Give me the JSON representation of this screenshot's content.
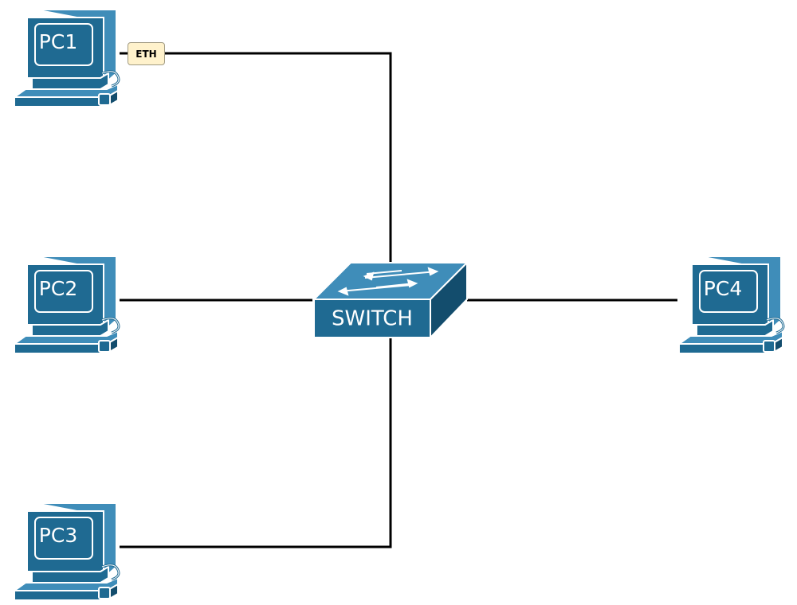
{
  "colors": {
    "device_face": "#1f6a92",
    "device_light": "#3f8db9",
    "device_dark": "#134d6d",
    "device_outline": "#ffffff",
    "wire": "#000000",
    "tag_fill": "#fff2cc",
    "tag_border": "#a09a82"
  },
  "devices": {
    "pc1": {
      "label": "PC1",
      "icon": "desktop-computer-icon"
    },
    "pc2": {
      "label": "PC2",
      "icon": "desktop-computer-icon"
    },
    "pc3": {
      "label": "PC3",
      "icon": "desktop-computer-icon"
    },
    "pc4": {
      "label": "PC4",
      "icon": "desktop-computer-icon"
    },
    "switch": {
      "label": "SWITCH",
      "icon": "network-switch-icon"
    }
  },
  "links": [
    {
      "from": "pc1",
      "to": "switch",
      "label": "ETH"
    },
    {
      "from": "pc2",
      "to": "switch"
    },
    {
      "from": "pc3",
      "to": "switch"
    },
    {
      "from": "pc4",
      "to": "switch"
    }
  ],
  "tag_label": "ETH"
}
